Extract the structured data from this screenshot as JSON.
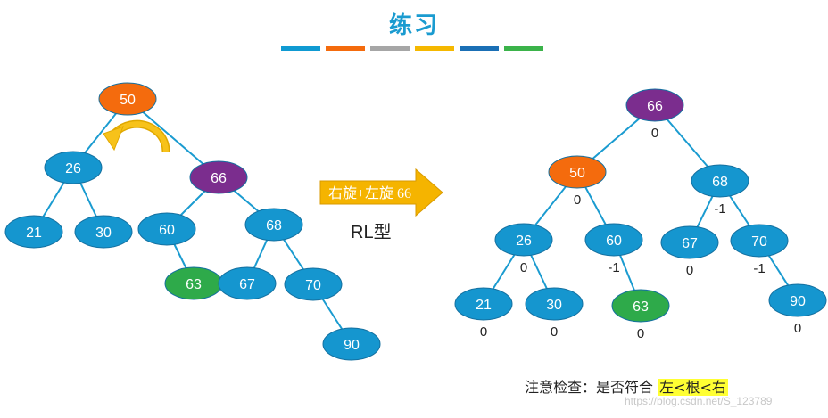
{
  "title": "练习",
  "color_bar": [
    "#0f9ad2",
    "#f46b0d",
    "#a6a6a6",
    "#f5b800",
    "#1a6fb5",
    "#3bb34a"
  ],
  "colors": {
    "blue": "#1596cf",
    "orange": "#f46b0d",
    "purple": "#7b2d8e",
    "green": "#2eaa4a",
    "edge": "#1a9bd0"
  },
  "left_tree": {
    "nodes": [
      {
        "id": "50",
        "label": "50",
        "color": "orange"
      },
      {
        "id": "26",
        "label": "26",
        "color": "blue"
      },
      {
        "id": "66",
        "label": "66",
        "color": "purple"
      },
      {
        "id": "21",
        "label": "21",
        "color": "blue"
      },
      {
        "id": "30",
        "label": "30",
        "color": "blue"
      },
      {
        "id": "60",
        "label": "60",
        "color": "blue"
      },
      {
        "id": "68",
        "label": "68",
        "color": "blue"
      },
      {
        "id": "63",
        "label": "63",
        "color": "green"
      },
      {
        "id": "67",
        "label": "67",
        "color": "blue"
      },
      {
        "id": "70",
        "label": "70",
        "color": "blue"
      },
      {
        "id": "90",
        "label": "90",
        "color": "blue"
      }
    ],
    "edges": [
      [
        "50",
        "26"
      ],
      [
        "50",
        "66"
      ],
      [
        "26",
        "21"
      ],
      [
        "26",
        "30"
      ],
      [
        "66",
        "60"
      ],
      [
        "66",
        "68"
      ],
      [
        "60",
        "63"
      ],
      [
        "68",
        "67"
      ],
      [
        "68",
        "70"
      ],
      [
        "70",
        "90"
      ]
    ]
  },
  "arrow_label": "右旋+左旋 66",
  "rotation_type": "RL型",
  "right_tree": {
    "nodes": [
      {
        "id": "66",
        "label": "66",
        "color": "purple",
        "bf": "0"
      },
      {
        "id": "50",
        "label": "50",
        "color": "orange",
        "bf": "0"
      },
      {
        "id": "68",
        "label": "68",
        "color": "blue",
        "bf": "-1"
      },
      {
        "id": "26",
        "label": "26",
        "color": "blue",
        "bf": "0"
      },
      {
        "id": "60",
        "label": "60",
        "color": "blue",
        "bf": "-1"
      },
      {
        "id": "67",
        "label": "67",
        "color": "blue",
        "bf": "0"
      },
      {
        "id": "70",
        "label": "70",
        "color": "blue",
        "bf": "-1"
      },
      {
        "id": "21",
        "label": "21",
        "color": "blue",
        "bf": "0"
      },
      {
        "id": "30",
        "label": "30",
        "color": "blue",
        "bf": "0"
      },
      {
        "id": "63",
        "label": "63",
        "color": "green",
        "bf": "0"
      },
      {
        "id": "90",
        "label": "90",
        "color": "blue",
        "bf": "0"
      }
    ],
    "edges": [
      [
        "66",
        "50"
      ],
      [
        "66",
        "68"
      ],
      [
        "50",
        "26"
      ],
      [
        "50",
        "60"
      ],
      [
        "26",
        "21"
      ],
      [
        "26",
        "30"
      ],
      [
        "60",
        "63"
      ],
      [
        "68",
        "67"
      ],
      [
        "68",
        "70"
      ],
      [
        "70",
        "90"
      ]
    ]
  },
  "note": {
    "prefix": "注意检查：是否符合 ",
    "highlight": "左<根<右"
  },
  "watermark": "https://blog.csdn.net/S_123789"
}
